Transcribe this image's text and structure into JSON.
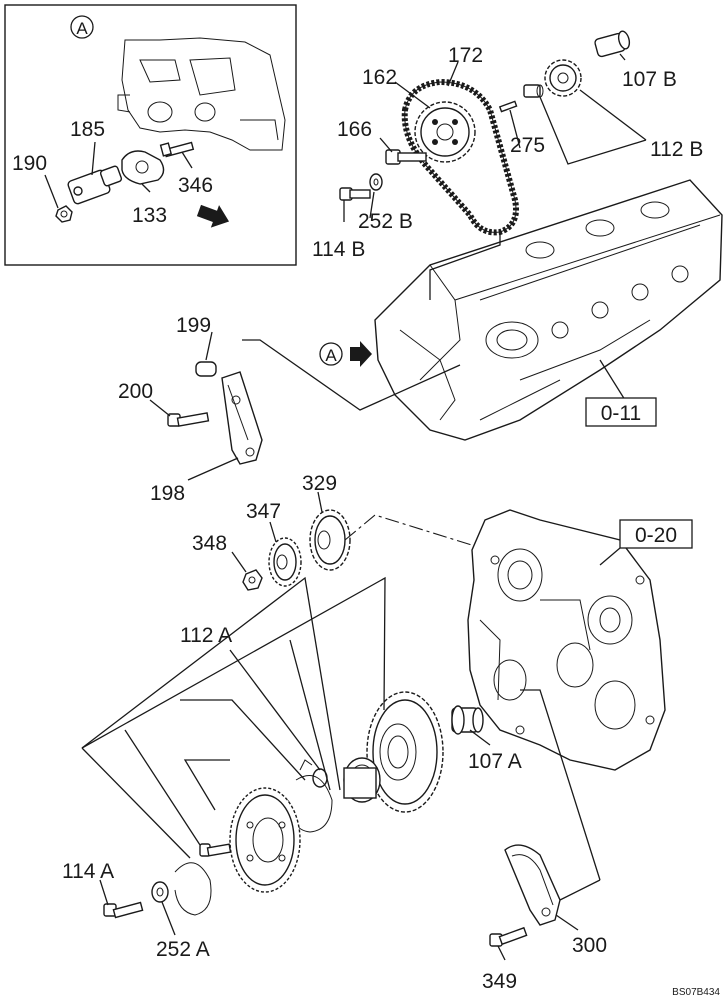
{
  "callouts": {
    "p185": "185",
    "p190": "190",
    "p133": "133",
    "p346": "346",
    "p172": "172",
    "p162": "162",
    "p166": "166",
    "p275": "275",
    "p107b": "107 B",
    "p112b": "112 B",
    "p114b": "114 B",
    "p252b": "252 B",
    "p199": "199",
    "p200": "200",
    "p198": "198",
    "p329": "329",
    "p347": "347",
    "p348": "348",
    "p112a": "112 A",
    "p107a": "107 A",
    "p114a": "114 A",
    "p252a": "252 A",
    "p300": "300",
    "p349": "349"
  },
  "refs": {
    "ref_011": "0-11",
    "ref_020": "0-20"
  },
  "view_marker": {
    "letter": "A"
  },
  "drawing_code": "BS07B434",
  "icons": [
    "view-arrow-icon",
    "view-circle-icon"
  ]
}
